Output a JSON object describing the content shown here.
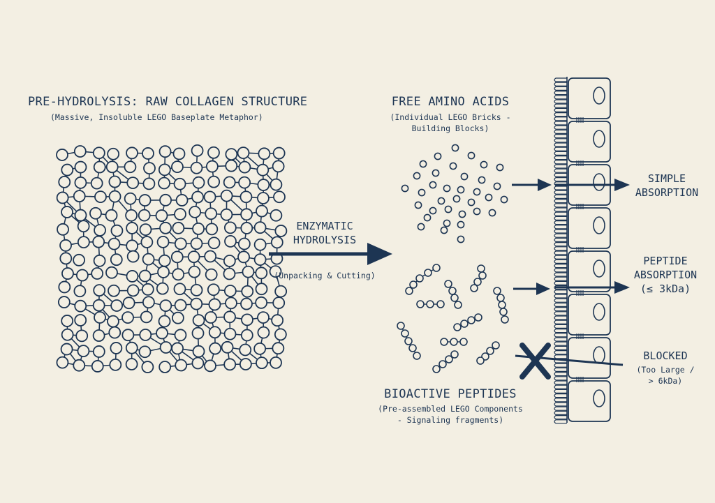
{
  "colors": {
    "ink": "#1d3553",
    "background": "#f3efe3"
  },
  "pre": {
    "title": "PRE-HYDROLYSIS: RAW COLLAGEN STRUCTURE",
    "subtitle": "(Massive, Insoluble LEGO Baseplate Metaphor)"
  },
  "process": {
    "line1": "ENZYMATIC",
    "line2": "HYDROLYSIS",
    "note": "(Unpacking & Cutting)"
  },
  "amino": {
    "title": "FREE AMINO ACIDS",
    "sub1": "(Individual LEGO Bricks -",
    "sub2": "Building Blocks)"
  },
  "peptides": {
    "title": "BIOACTIVE PEPTIDES",
    "sub1": "(Pre-assembled LEGO Components",
    "sub2": "- Signaling fragments)"
  },
  "outcomes": {
    "simple1": "SIMPLE",
    "simple2": "ABSORPTION",
    "peptide1": "PEPTIDE",
    "peptide2": "ABSORPTION",
    "peptide3": "(≤ 3kDa)",
    "blocked1": "BLOCKED",
    "blocked2": "(Too Large /",
    "blocked3": "> 6kDa)"
  },
  "icons": {
    "network": "collagen-network-icon",
    "cells": "intestinal-cell-wall-icon",
    "blocked": "x-mark-icon"
  }
}
